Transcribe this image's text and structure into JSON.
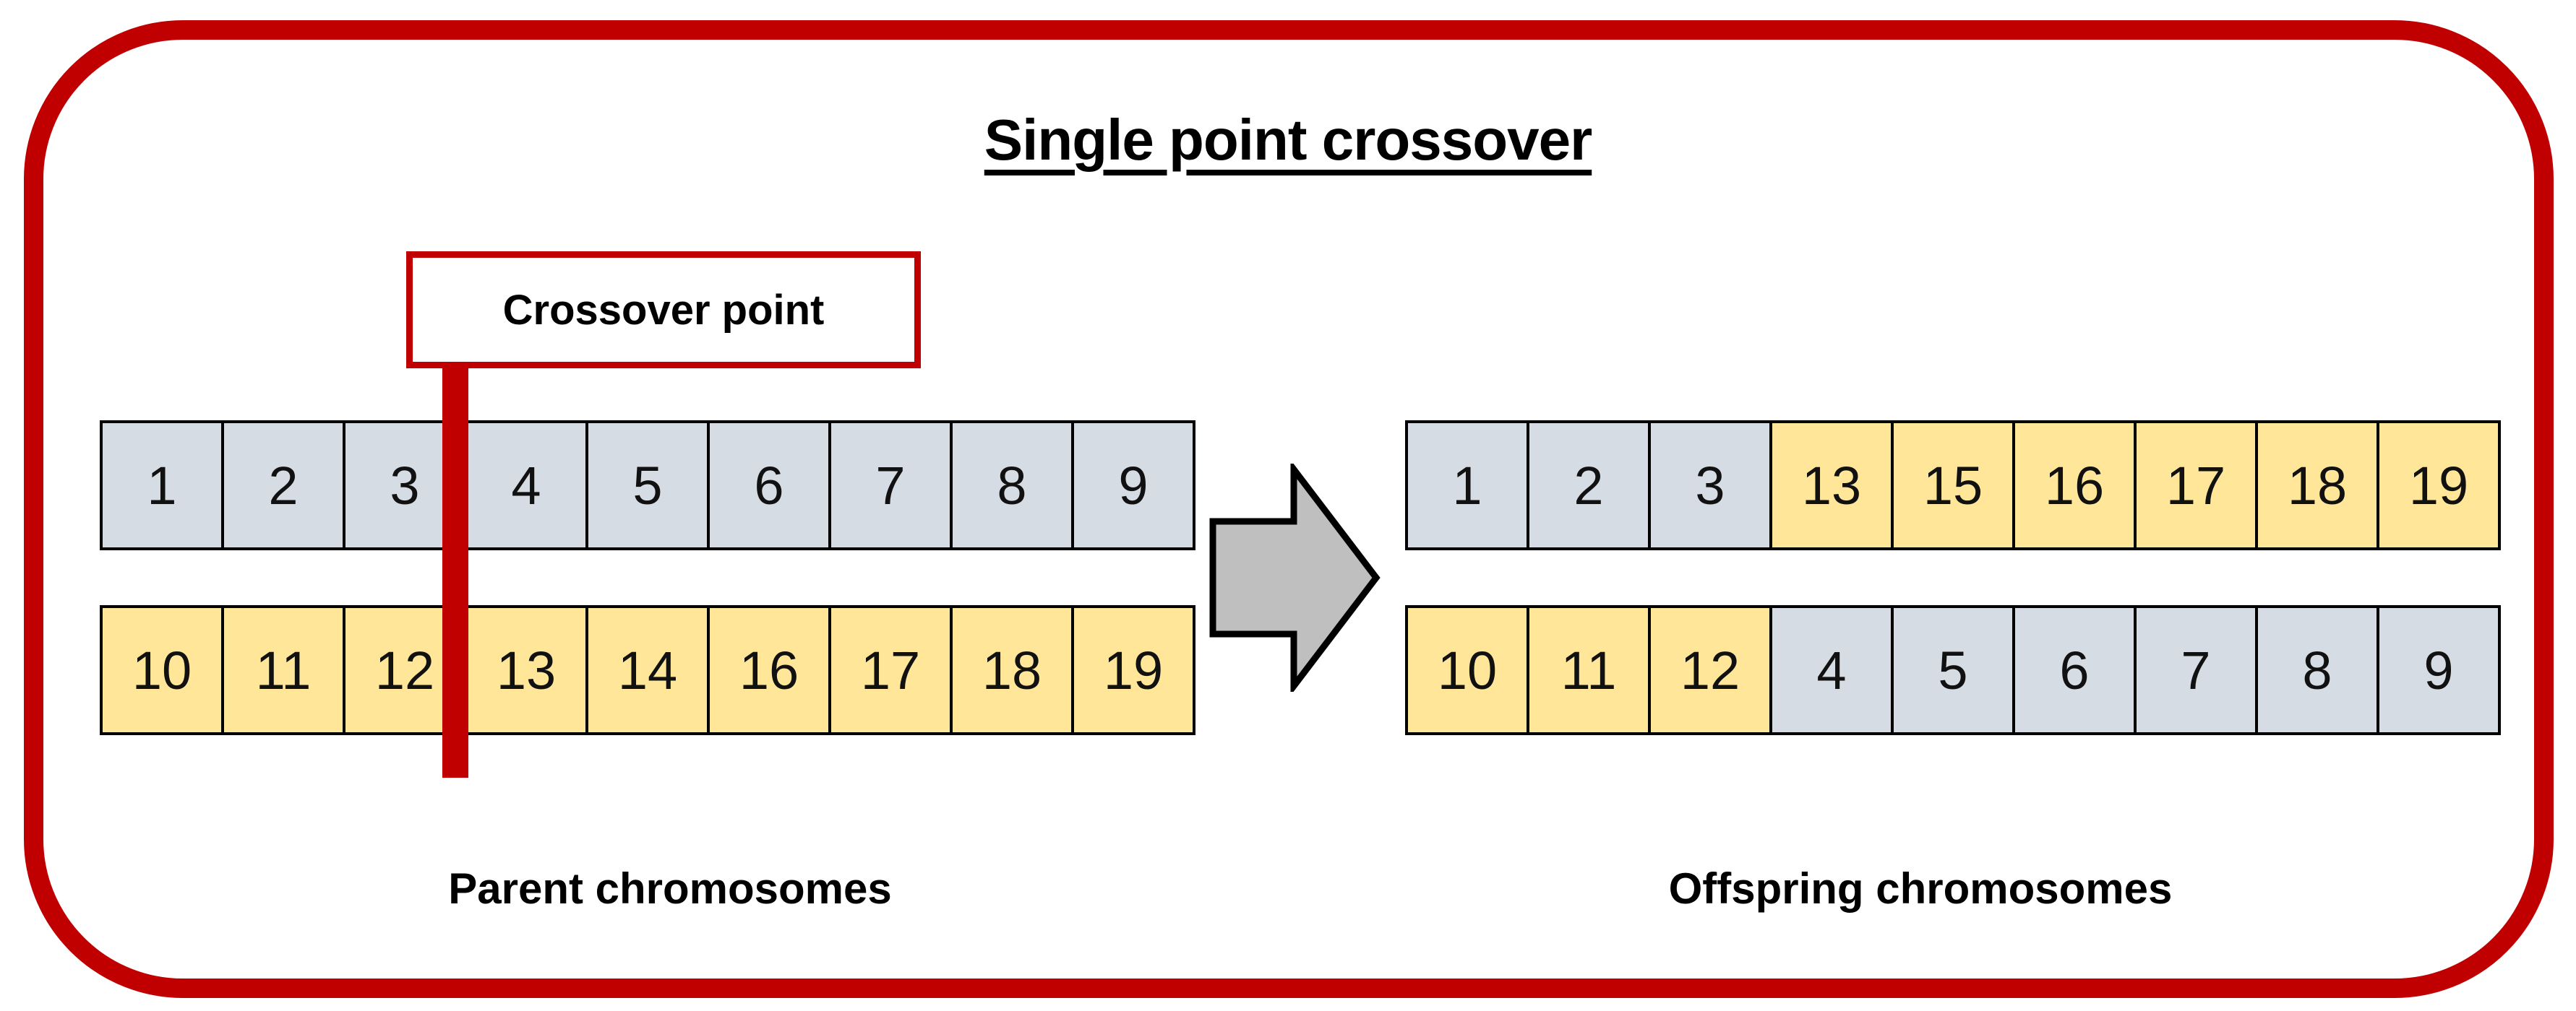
{
  "title": "Single point crossover",
  "crossover_point": {
    "label": "Crossover point"
  },
  "captions": {
    "parent": "Parent chromosomes",
    "offspring": "Offspring chromosomes"
  },
  "chromosomes": {
    "parent_top": {
      "cells": [
        "1",
        "2",
        "3",
        "4",
        "5",
        "6",
        "7",
        "8",
        "9"
      ],
      "colors": [
        "gray",
        "gray",
        "gray",
        "gray",
        "gray",
        "gray",
        "gray",
        "gray",
        "gray"
      ]
    },
    "parent_bottom": {
      "cells": [
        "10",
        "11",
        "12",
        "13",
        "14",
        "16",
        "17",
        "18",
        "19"
      ],
      "colors": [
        "yellow",
        "yellow",
        "yellow",
        "yellow",
        "yellow",
        "yellow",
        "yellow",
        "yellow",
        "yellow"
      ]
    },
    "offspring_top": {
      "cells": [
        "1",
        "2",
        "3",
        "13",
        "15",
        "16",
        "17",
        "18",
        "19"
      ],
      "colors": [
        "gray",
        "gray",
        "gray",
        "yellow",
        "yellow",
        "yellow",
        "yellow",
        "yellow",
        "yellow"
      ]
    },
    "offspring_bottom": {
      "cells": [
        "10",
        "11",
        "12",
        "4",
        "5",
        "6",
        "7",
        "8",
        "9"
      ],
      "colors": [
        "yellow",
        "yellow",
        "yellow",
        "gray",
        "gray",
        "gray",
        "gray",
        "gray",
        "gray"
      ]
    }
  },
  "crossover_position_after_gene": 3,
  "icons": {
    "arrow": "right-block-arrow"
  },
  "colors": {
    "frame_red": "#c00000",
    "cell_gray": "#d6dce4",
    "cell_yellow": "#ffe699",
    "arrow_gray": "#bfbfbf",
    "line_black": "#000000"
  }
}
